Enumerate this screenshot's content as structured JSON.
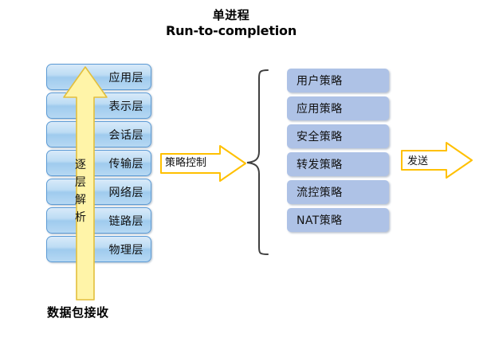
{
  "diagram": {
    "title": {
      "line_cn": "单进程",
      "line_en": "Run-to-completion"
    },
    "osi_stack": {
      "name": "osi-layer-stack",
      "layers": [
        {
          "label": "应用层"
        },
        {
          "label": "表示层"
        },
        {
          "label": "会话层"
        },
        {
          "label": "传输层"
        },
        {
          "label": "网络层"
        },
        {
          "label": "链路层"
        },
        {
          "label": "物理层"
        }
      ]
    },
    "up_arrow": {
      "label_chars": [
        "逐",
        "层",
        "解",
        "析"
      ],
      "label_full": "逐层解析",
      "fill_color": "#FFF4A8",
      "border_color": "#E3BF3C",
      "direction": "up"
    },
    "bottom_label": "数据包接收",
    "mid_arrow": {
      "label": "策略控制",
      "fill_color": "#FFFFFF",
      "border_color": "#FFC000",
      "direction": "right"
    },
    "brace": {
      "name": "curly-brace",
      "color": "#404040",
      "orientation": "left-pointing"
    },
    "policy_stack": {
      "name": "policy-list",
      "box_color": "#AEC2E6",
      "items": [
        {
          "label": "用户策略"
        },
        {
          "label": "应用策略"
        },
        {
          "label": "安全策略"
        },
        {
          "label": "转发策略"
        },
        {
          "label": "流控策略"
        },
        {
          "label": "NAT策略"
        }
      ]
    },
    "send_arrow": {
      "label": "发送",
      "fill_color": "#FFFFFF",
      "border_color": "#FFC000",
      "direction": "right"
    }
  }
}
